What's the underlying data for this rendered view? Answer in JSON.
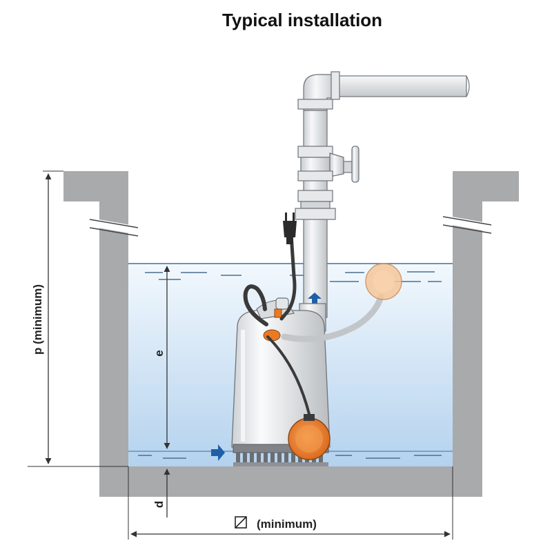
{
  "title": "Typical installation",
  "labels": {
    "p": "p (minimum)",
    "e": "e",
    "d": "d",
    "width": "(minimum)"
  },
  "colors": {
    "wall": "#a9aaac",
    "water_top": "#f2f8fd",
    "water_bottom": "#b4d2ee",
    "pipe": "#e4e7ea",
    "float": "#ec7a22",
    "arrow": "#1f5fa8",
    "cable": "#3a3a3a"
  }
}
